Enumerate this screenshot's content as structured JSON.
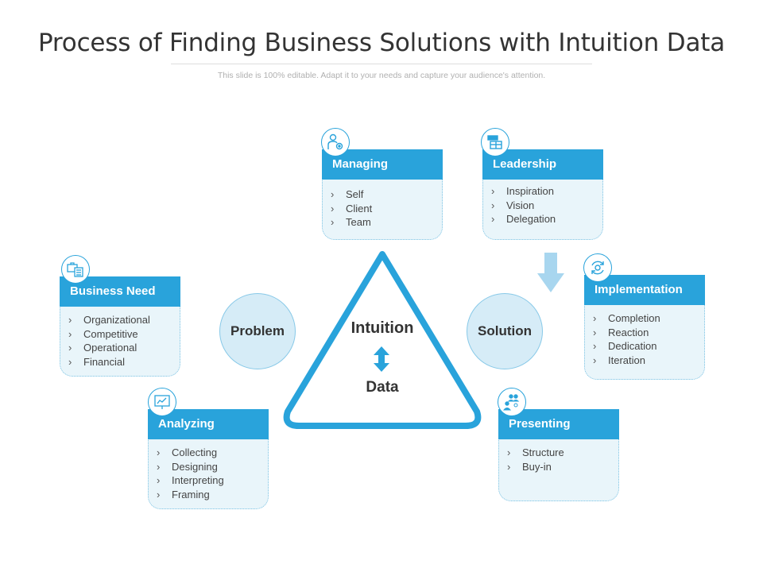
{
  "title": "Process of Finding Business Solutions with Intuition Data",
  "subtitle": "This slide is 100% editable. Adapt it to your needs and capture your audience's attention.",
  "center": {
    "top_label": "Intuition",
    "bottom_label": "Data"
  },
  "nodes": {
    "left": "Problem",
    "right": "Solution"
  },
  "colors": {
    "accent": "#29a3db",
    "card_fill": "#e9f5fa",
    "node_fill": "#d6ecf7",
    "arrow": "#a8d6ef"
  },
  "cards": {
    "managing": {
      "title": "Managing",
      "icon": "user-gear-icon",
      "items": [
        "Self",
        "Client",
        "Team"
      ]
    },
    "leadership": {
      "title": "Leadership",
      "icon": "presentation-board-icon",
      "items": [
        "Inspiration",
        "Vision",
        "Delegation"
      ]
    },
    "business_need": {
      "title": "Business Need",
      "icon": "briefcase-document-icon",
      "items": [
        "Organizational",
        "Competitive",
        "Operational",
        "Financial"
      ]
    },
    "implementation": {
      "title": "Implementation",
      "icon": "cycle-gear-icon",
      "items": [
        "Completion",
        "Reaction",
        "Dedication",
        "Iteration"
      ]
    },
    "analyzing": {
      "title": "Analyzing",
      "icon": "chart-board-icon",
      "items": [
        "Collecting",
        "Designing",
        "Interpreting",
        "Framing"
      ]
    },
    "presenting": {
      "title": "Presenting",
      "icon": "people-meeting-icon",
      "items": [
        "Structure",
        "Buy-in"
      ]
    }
  }
}
